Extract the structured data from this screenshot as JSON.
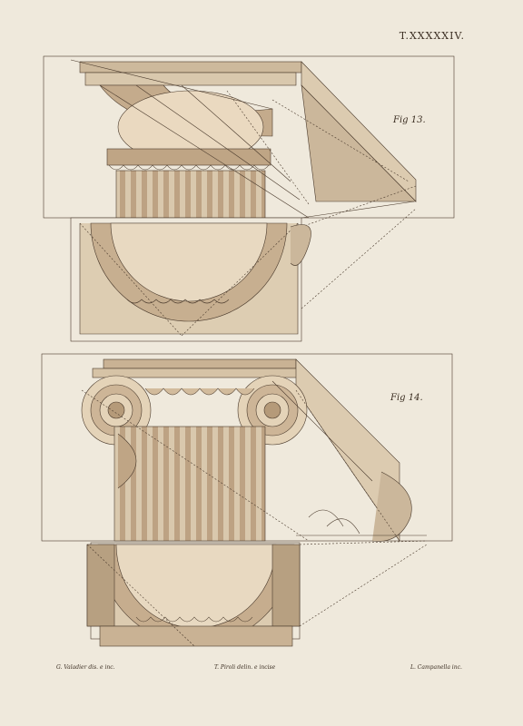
{
  "plate": {
    "number": "T.XXXXXIV.",
    "fig13_label": "Fig 13.",
    "fig14_label": "Fig 14.",
    "credit_left": "G. Valadier dis. e inc.",
    "credit_mid": "T. Piroli delin. e incise",
    "credit_right": "L. Campanella inc."
  },
  "colors": {
    "paper": "#efe9dc",
    "ink": "#4a3a2c",
    "wash": "#cbb79b",
    "wash_dark": "#a58a6a"
  }
}
